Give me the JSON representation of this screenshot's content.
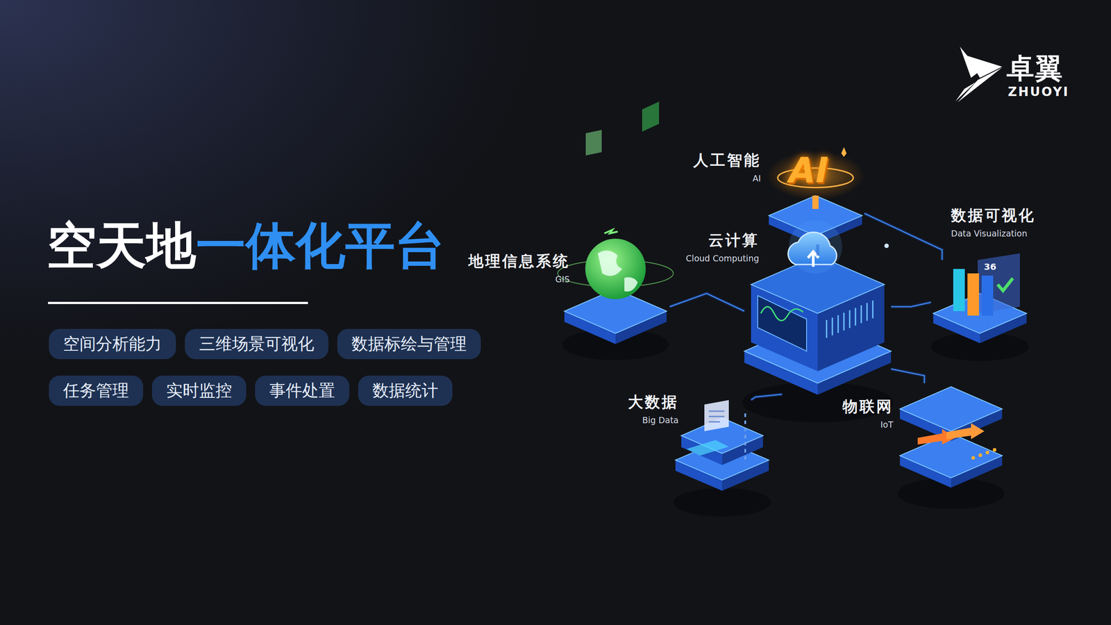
{
  "diagram": {
    "title": "空天地一体化平台",
    "nodes": [
      {
        "text": [
          "空间分析能力"
        ]
      },
      {
        "text": [
          "三维场景可视化"
        ]
      },
      {
        "text": [
          "数据标绘与管理"
        ]
      },
      {
        "text": [
          "任务管理"
        ]
      },
      {
        "text": [
          "实时监控"
        ]
      },
      {
        "text": [
          "事件处置"
        ]
      },
      {
        "text": [
          "数据统计"
        ]
      },
      {
        "text": [
          "人工智能",
          "AI"
        ]
      },
      {
        "text": [
          "地理信息系统",
          "GIS"
        ]
      },
      {
        "text": [
          "云计算",
          "Cloud Computing"
        ]
      },
      {
        "text": [
          "数据可视化",
          "Data Visualization"
        ]
      },
      {
        "text": [
          "大数据",
          "Big Data"
        ]
      },
      {
        "text": [
          "物联网",
          "IoT"
        ]
      }
    ],
    "edges": [
      {
        "from": 9,
        "to": 8,
        "arrow": "none"
      },
      {
        "from": 9,
        "to": 7,
        "arrow": "none"
      },
      {
        "from": 7,
        "to": 10,
        "arrow": "none"
      },
      {
        "from": 9,
        "to": 10,
        "arrow": "none"
      },
      {
        "from": 9,
        "to": 11,
        "arrow": "none"
      },
      {
        "from": 9,
        "to": 12,
        "arrow": "none"
      }
    ],
    "labels": [
      "卓翼",
      "ZHUOYI",
      "AI",
      "36"
    ]
  }
}
